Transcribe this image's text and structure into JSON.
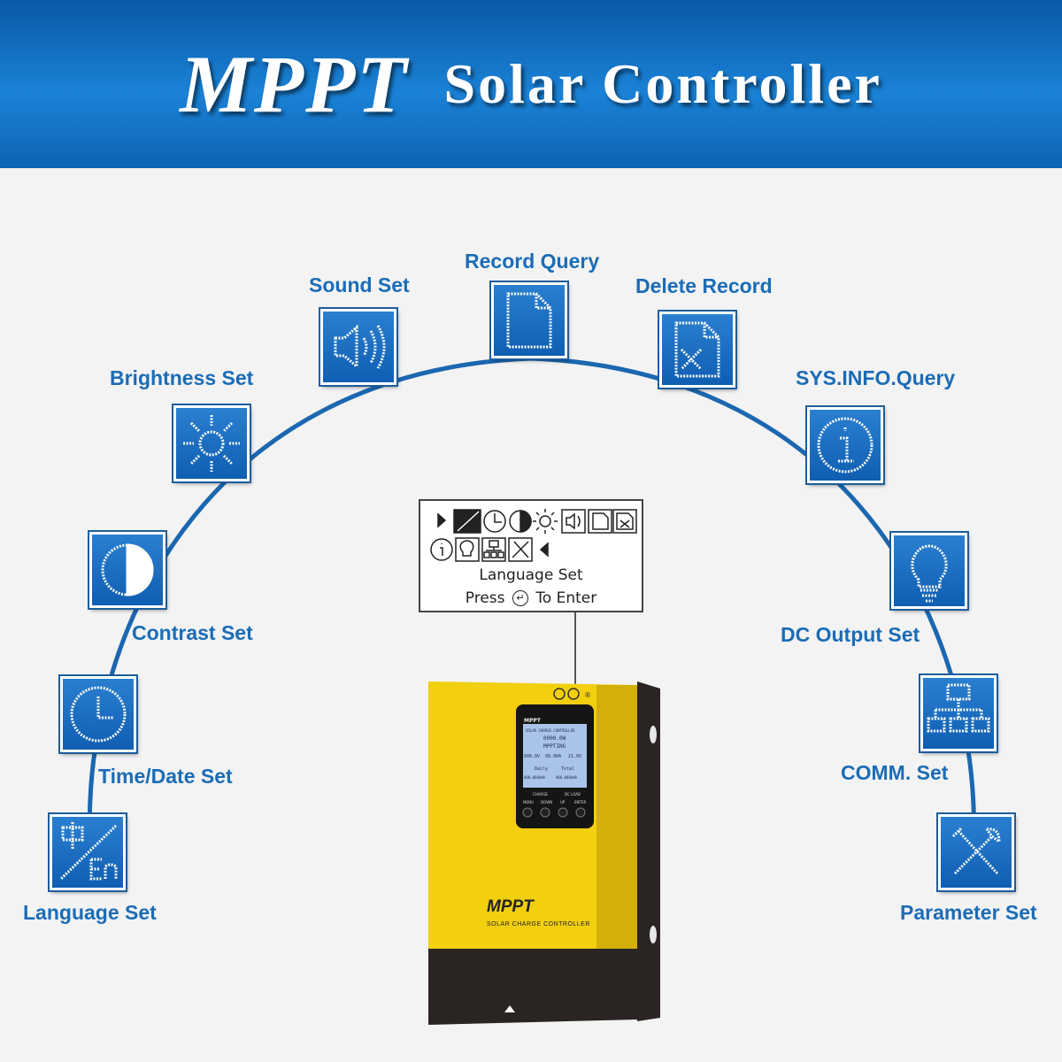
{
  "header": {
    "title_main": "MPPT",
    "title_sub": "Solar Controller"
  },
  "menu_items": [
    {
      "label": "Language Set",
      "icon": "language-icon"
    },
    {
      "label": "Time/Date Set",
      "icon": "clock-icon"
    },
    {
      "label": "Contrast Set",
      "icon": "contrast-icon"
    },
    {
      "label": "Brightness Set",
      "icon": "sun-icon"
    },
    {
      "label": "Sound Set",
      "icon": "speaker-icon"
    },
    {
      "label": "Record Query",
      "icon": "document-icon"
    },
    {
      "label": "Delete Record",
      "icon": "delete-document-icon"
    },
    {
      "label": "SYS.INFO.Query",
      "icon": "info-icon"
    },
    {
      "label": "DC Output Set",
      "icon": "bulb-icon"
    },
    {
      "label": "COMM. Set",
      "icon": "network-icon"
    },
    {
      "label": "Parameter Set",
      "icon": "tools-icon"
    }
  ],
  "lcd": {
    "title": "Language Set",
    "hint_press": "Press",
    "hint_enter": "To Enter"
  },
  "device": {
    "brand": "MPPT",
    "subtitle": "SOLAR CHARGE CONTROLLER",
    "screen_title": "SOLAR CHARGE CONTROLLER",
    "screen_value_top": "0000.0W",
    "screen_mode": "MPPTING",
    "screen_row1": [
      "000.0V",
      "00.00A",
      "21.0V"
    ],
    "screen_row2": [
      "Daily",
      "Total"
    ],
    "screen_row3": [
      "000.000kWh",
      "000.000kWh"
    ],
    "indicator_left": "CHARGE",
    "indicator_right": "DC LOAD",
    "buttons": [
      "MENU",
      "DOWN",
      "UP",
      "ENTER"
    ]
  },
  "colors": {
    "accent": "#1b6cb6",
    "banner": "#1576cc",
    "device_yellow": "#f2cf0f"
  }
}
